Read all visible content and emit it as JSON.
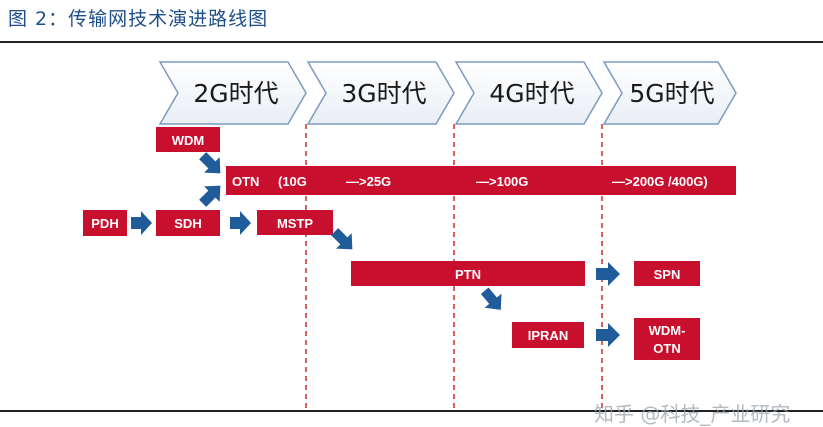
{
  "figure": {
    "title": "图 2：传输网技术演进路线图"
  },
  "eras": [
    "2G时代",
    "3G时代",
    "4G时代",
    "5G时代"
  ],
  "boxes": {
    "wdm": "WDM",
    "otn": "OTN",
    "otn_speeds": [
      "(10G",
      "—>25G",
      "—>100G",
      "—>200G /400G)"
    ],
    "pdh": "PDH",
    "sdh": "SDH",
    "mstp": "MSTP",
    "ptn": "PTN",
    "spn": "SPN",
    "ipran": "IPRAN",
    "wdm_otn": [
      "WDM-",
      "OTN"
    ]
  },
  "watermark": "知乎 @科技_产业研究",
  "colors": {
    "box": "#c8102e",
    "arrow": "#1f5c99",
    "chevron_stroke": "#7a9cc0",
    "divider": "#d42a2a"
  }
}
